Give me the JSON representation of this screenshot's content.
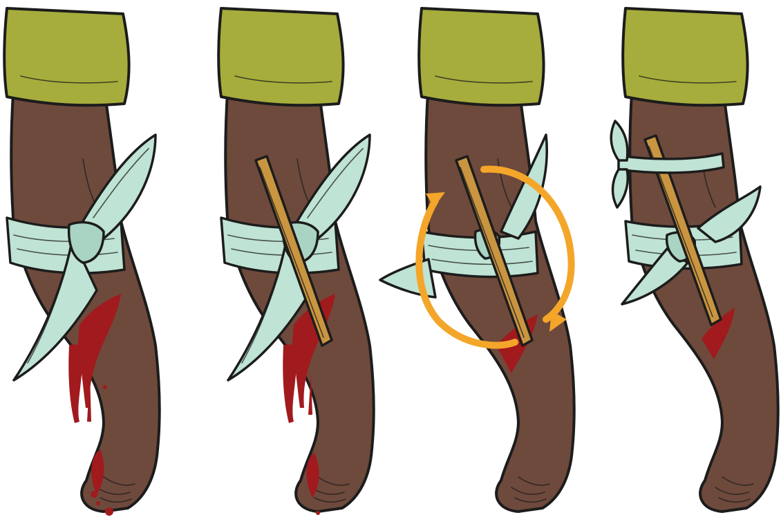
{
  "illustration": {
    "panels": [
      {
        "id": "step-1",
        "has_blood_flow": true,
        "has_stick": false,
        "has_rotation_arrows": false,
        "has_second_tie": false
      },
      {
        "id": "step-2",
        "has_blood_flow": true,
        "has_stick": true,
        "has_rotation_arrows": false,
        "has_second_tie": false
      },
      {
        "id": "step-3",
        "has_blood_flow": false,
        "has_stick": true,
        "has_rotation_arrows": true,
        "has_second_tie": false
      },
      {
        "id": "step-4",
        "has_blood_flow": false,
        "has_stick": true,
        "has_rotation_arrows": false,
        "has_second_tie": true
      }
    ]
  },
  "colors": {
    "skin": "#6e4a3c",
    "skin_shadow": "#5a3a2e",
    "sleeve": "#a6ad3c",
    "bandage": "#bfe3d4",
    "bandage_shadow": "#93c2b0",
    "stick": "#c99540",
    "blood": "#a11a1e",
    "arrow": "#f4a62a",
    "outline": "#1c1c1c"
  }
}
